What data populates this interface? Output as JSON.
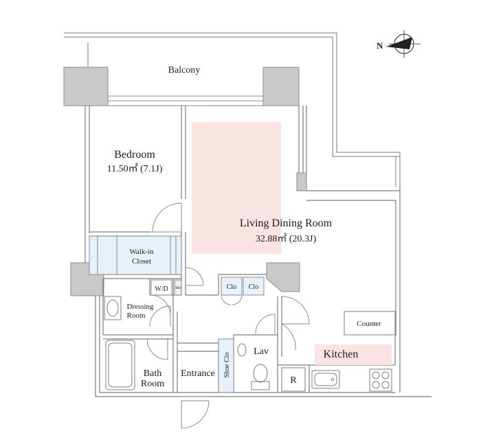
{
  "colors": {
    "wall": "#c9c9c9",
    "wall_stroke": "#8a8a8a",
    "line": "#6e6e6e",
    "closet_fill": "#e8f0f8",
    "highlight_fill": "#f9e3e3",
    "compass": "#222222"
  },
  "compass": {
    "direction": "N"
  },
  "rooms": {
    "balcony": {
      "label": "Balcony"
    },
    "bedroom": {
      "label": "Bedroom",
      "area": "11.50㎡ (7.1J)"
    },
    "walk_in_closet": {
      "line1": "Walk-in",
      "line2": "Closet"
    },
    "ldr": {
      "label": "Living Dining Room",
      "area": "32.88㎡ (20.3J)"
    },
    "wd": {
      "label": "W/D"
    },
    "sto": {
      "label": "Sto"
    },
    "clo1": {
      "label": "Clo"
    },
    "clo2": {
      "label": "Clo"
    },
    "dressing": {
      "line1": "Dressing",
      "line2": "Room"
    },
    "bath": {
      "line1": "Bath",
      "line2": "Room"
    },
    "entrance": {
      "label": "Entrance"
    },
    "shoe_clo": {
      "label": "Shoe Clo"
    },
    "lav": {
      "label": "Lav"
    },
    "fridge": {
      "label": "R"
    },
    "counter": {
      "label": "Counter"
    },
    "kitchen": {
      "label": "Kitchen"
    }
  }
}
